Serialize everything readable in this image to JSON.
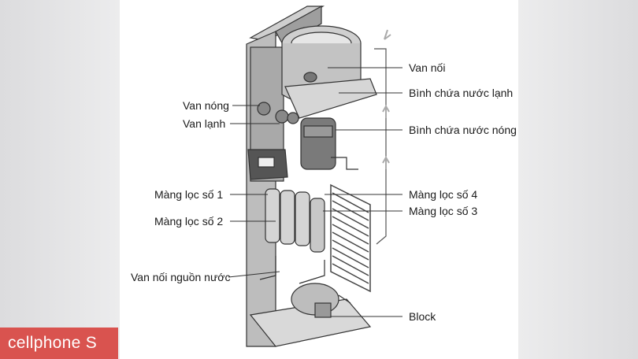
{
  "labels": {
    "van_noi": "Van nối",
    "binh_lanh": "Bình chứa nước lạnh",
    "binh_nong": "Bình chứa nước nóng",
    "van_nong": "Van nóng",
    "van_lanh": "Van lạnh",
    "mang_loc_1": "Màng lọc số 1",
    "mang_loc_2": "Màng lọc số 2",
    "mang_loc_4": "Màng lọc số 4",
    "mang_loc_3": "Màng lọc số 3",
    "van_noi_nguon": "Van nối nguồn nước",
    "block": "Block"
  },
  "brand": {
    "logo_text": "cellphone S",
    "color": "#d9534f"
  }
}
